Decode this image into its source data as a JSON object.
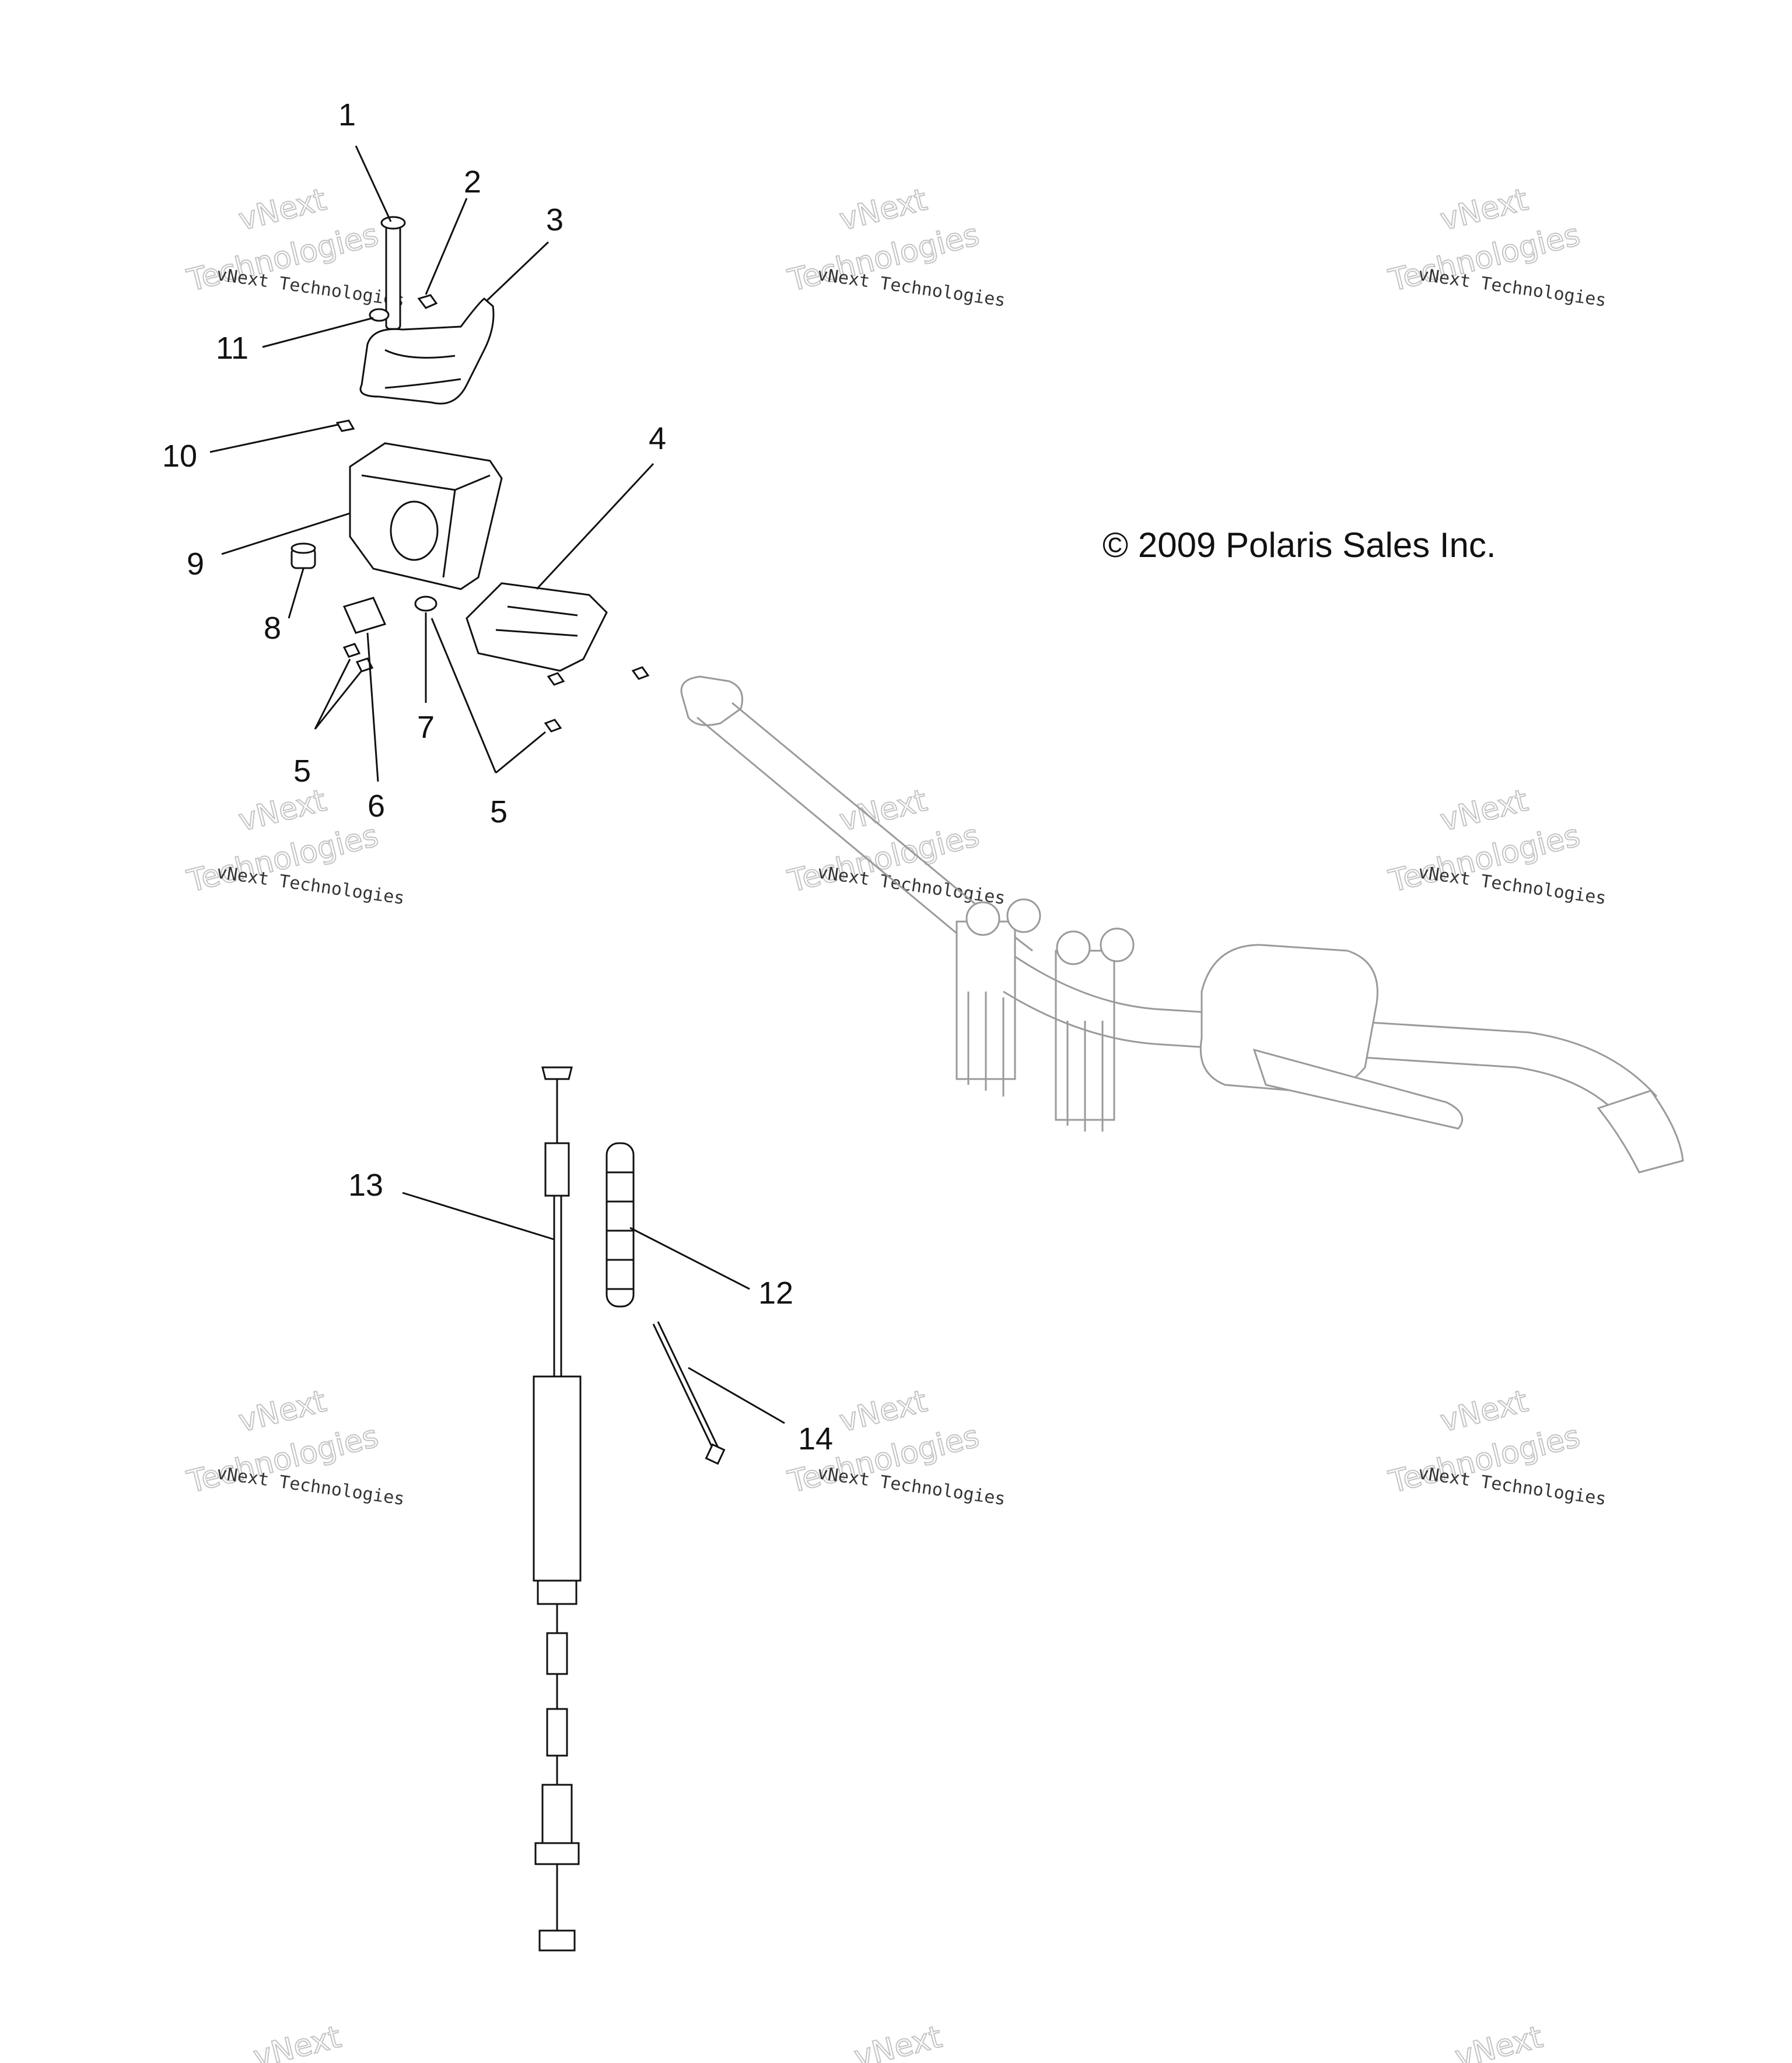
{
  "copyright": "© 2009 Polaris Sales Inc.",
  "watermark": {
    "name": "vNext Technologies",
    "brand_top": "vNext",
    "brand_bottom": "Technologies"
  },
  "callouts": [
    "1",
    "2",
    "3",
    "4",
    "5",
    "5",
    "6",
    "7",
    "8",
    "9",
    "10",
    "11",
    "12",
    "13",
    "14"
  ],
  "colors": {
    "line": "#111111",
    "ghost": "#9a9a9a",
    "watermark": "#c4c4c4"
  }
}
